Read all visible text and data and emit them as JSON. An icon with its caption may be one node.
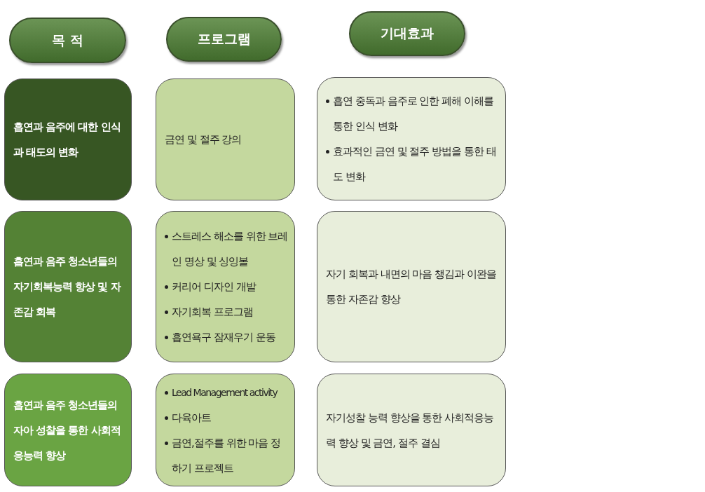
{
  "diagram": {
    "nodes": [
      {
        "text": [
          "목 적"
        ]
      },
      {
        "text": [
          "프로그램"
        ]
      },
      {
        "text": [
          "기대효과"
        ]
      },
      {
        "text": [
          "흡연과 음주에 대한 인식과 태도의 변화"
        ]
      },
      {
        "text": [
          "금연 및 절주 강의"
        ]
      },
      {
        "text": [
          "흡연 중독과 음주로 인한 폐해 이해를 통한 인식 변화",
          "효과적인 금연 및 절주 방법을 통한 태도 변화"
        ]
      },
      {
        "text": [
          "흡연과 음주 청소년들의 자기회복능력 향상 및 자존감 회복"
        ]
      },
      {
        "text": [
          "스트레스 해소를 위한 브레인 명상 및 싱잉볼",
          "커리어 디자인 개발",
          "자기회복 프로그램",
          "흡연욕구 잠재우기 운동"
        ]
      },
      {
        "text": [
          "자기 회복과 내면의 마음 챙김과 이완을 통한 자존감 향상"
        ]
      },
      {
        "text": [
          "흡연과 음주 청소년들의 자아 성찰을 통한 사회적응능력 향상"
        ]
      },
      {
        "text": [
          "Lead Management activity",
          "다육아트",
          "금연,절주를 위한 마음 정하기 프로젝트"
        ]
      },
      {
        "text": [
          "자기성찰 능력 향상을 통한 사회적응능력 향상 및 금연, 절주 결심"
        ]
      }
    ]
  }
}
